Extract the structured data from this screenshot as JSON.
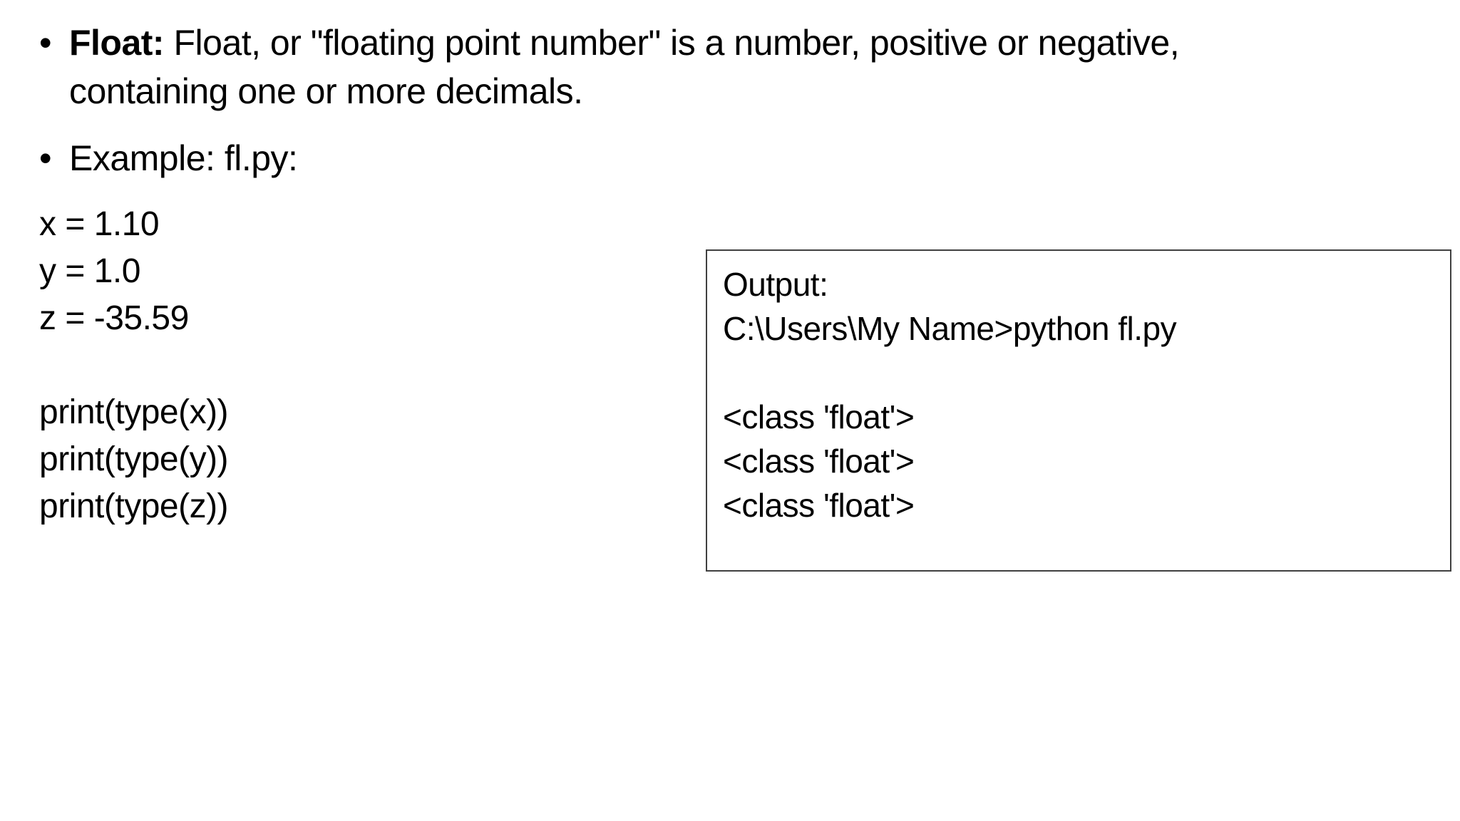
{
  "slide": {
    "background_color": "#ffffff",
    "text_color": "#000000",
    "box_border_color": "#404040",
    "bullet_glyph": "•",
    "bullet1": {
      "lead": "Float:",
      "line1_rest": " Float, or \"floating point number\" is a number, positive or negative,",
      "line2": "containing one or more decimals."
    },
    "bullet2": {
      "text": "Example: fl.py:"
    },
    "code": {
      "lines": [
        "x = 1.10",
        "y = 1.0",
        "z = -35.59",
        "",
        "print(type(x))",
        "print(type(y))",
        "print(type(z))"
      ]
    },
    "output_box": {
      "lines": [
        "Output:",
        "C:\\Users\\My Name>python fl.py",
        "",
        "<class 'float'>",
        "<class 'float'>",
        "<class 'float'>"
      ]
    }
  }
}
